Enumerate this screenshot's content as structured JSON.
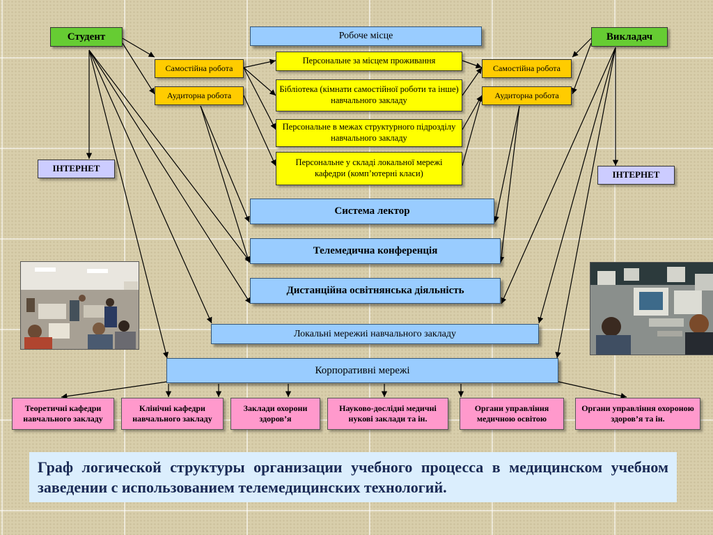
{
  "roles": {
    "student": "Студент",
    "teacher": "Викладач"
  },
  "workplace": {
    "title": "Робоче місце",
    "items": [
      "Персональне за місцем проживання",
      "Бібліотека (кімнати самостійної роботи та інше) навчального закладу",
      "Персональне в межах структурного підрозділу навчального закладу",
      "Персональне у складі локальної мережі кафедри (комп’ютерні класи)"
    ]
  },
  "work_types": {
    "independent": "Самостійна робота",
    "classroom": "Аудиторна робота"
  },
  "internet": "ІНТЕРНЕТ",
  "systems": {
    "lector": "Система лектор",
    "telemed": "Телемедична конференція",
    "distance": "Дистанційна освітнянська діяльність",
    "local": "Локальні мережиі навчального закладу",
    "corporate": "Корпоративні мережі"
  },
  "institutions": [
    "Теоретичні кафедри навчального закладу",
    "Клінічні  кафедри навчального закладу",
    "Заклади охорони здоров’я",
    "Науково-дослідні медичні нукові заклади та ін.",
    "Органи управління медичною освітою",
    "Органи управління охороною здоров’я  та ін."
  ],
  "caption": "Граф логической структуры организации учебного процесса в медицинском учебном заведении с использованием телемедицинских технологий.",
  "colors": {
    "background": "#d8ceab",
    "role_green": "#66cc33",
    "blue_box": "#99ccff",
    "orange_box": "#ffcc00",
    "yellow_box": "#ffff00",
    "internet_box": "#ccccff",
    "pink_box": "#ff99cc",
    "caption_bg": "#dbeefd",
    "caption_text": "#1a2a55"
  }
}
